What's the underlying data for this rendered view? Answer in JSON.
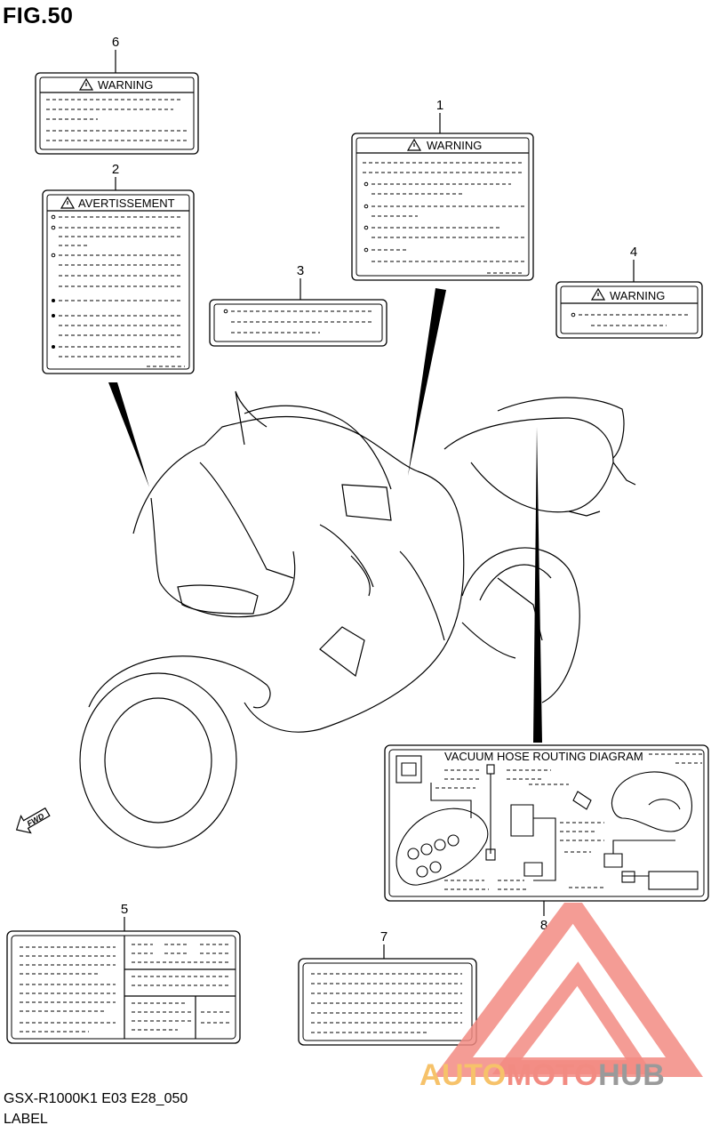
{
  "figure": {
    "title": "FIG.50"
  },
  "labels": [
    {
      "no": "1",
      "title": "WARNING"
    },
    {
      "no": "2",
      "title": "AVERTISSEMENT"
    },
    {
      "no": "3",
      "title": ""
    },
    {
      "no": "4",
      "title": "WARNING"
    },
    {
      "no": "5",
      "title": ""
    },
    {
      "no": "6",
      "title": "WARNING"
    },
    {
      "no": "7",
      "title": ""
    },
    {
      "no": "8",
      "title": "VACUUM HOSE ROUTING DIAGRAM"
    }
  ],
  "direction_arrow": {
    "text": "FWD"
  },
  "footer": {
    "model_code": "GSX-R1000K1 E03 E28_050",
    "section": "LABEL"
  },
  "watermark": {
    "part1": "AUTO",
    "part2": "MOTO",
    "part3": "HUB",
    "colors": {
      "auto": "#f6c26a",
      "moto": "#f28b82",
      "hub": "#9a9a9a"
    }
  }
}
